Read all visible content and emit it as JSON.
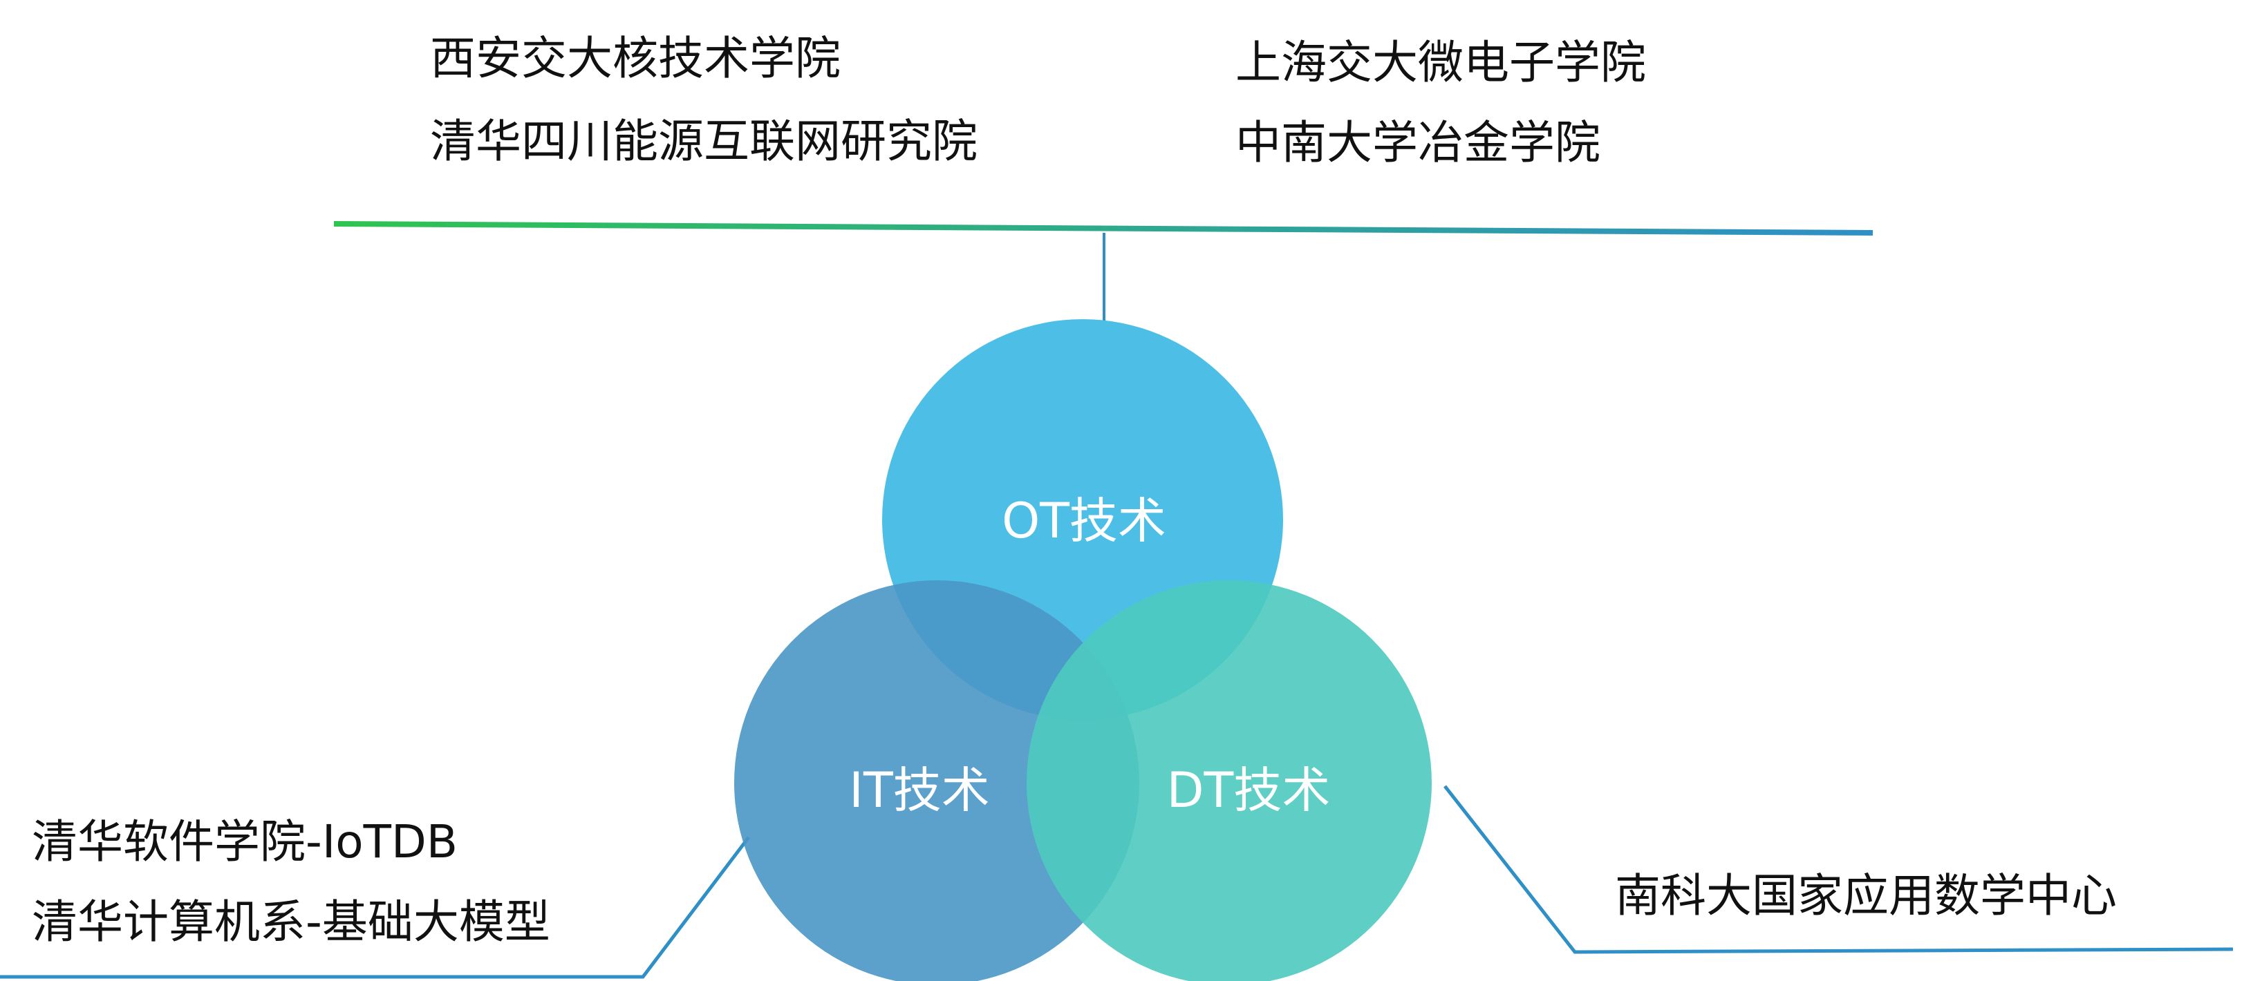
{
  "top_left": [
    "西安交大核技术学院",
    "清华四川能源互联网研究院"
  ],
  "top_right": [
    "上海交大微电子学院",
    "中南大学冶金学院"
  ],
  "bottom_left": [
    "清华软件学院-IoTDB",
    "清华计算机系-基础大模型"
  ],
  "bottom_right": [
    "南科大国家应用数学中心"
  ],
  "circles": {
    "ot": {
      "label": "OT技术",
      "color": "#4dbfe6"
    },
    "it": {
      "label": "IT技术",
      "color": "#4a96c6"
    },
    "dt": {
      "label": "DT技术",
      "color": "#4ecabf"
    }
  },
  "colors": {
    "gradient_start": "#2ec450",
    "gradient_end": "#2f8fc7",
    "connector": "#2f8fc7"
  }
}
